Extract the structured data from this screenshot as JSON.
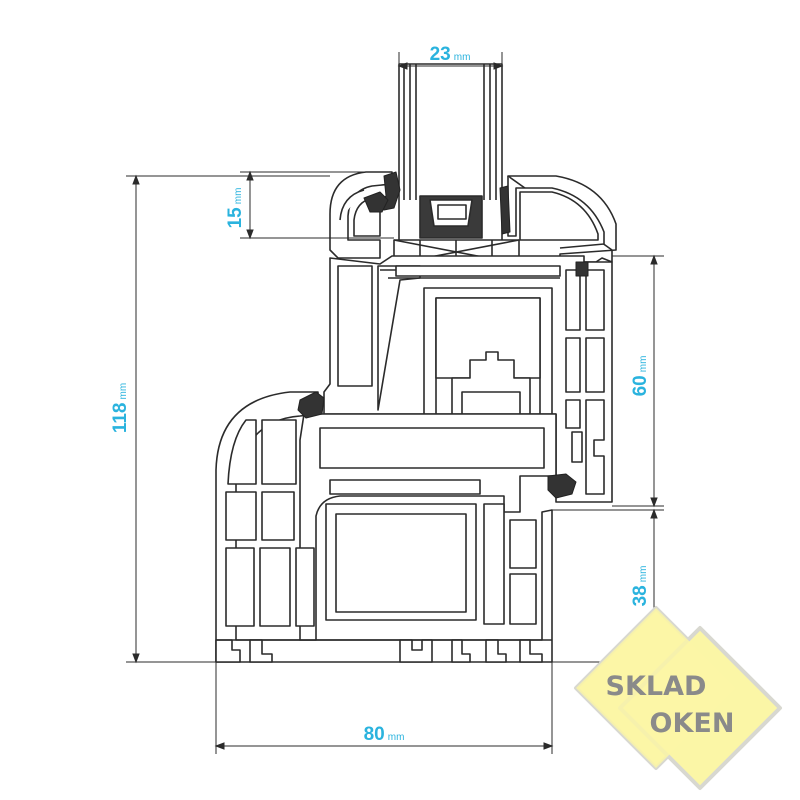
{
  "colors": {
    "dimension": "#2ab3de",
    "profile_stroke": "#2b2b2b",
    "profile_fill": "#ffffff",
    "glass": "#f2f2f2",
    "gasket": "#333333",
    "logo_fill": "#fbf6a6",
    "logo_stroke": "#d8d8d0",
    "logo_text": "#8a8a8a"
  },
  "dimensions": {
    "glass_width": {
      "value": "23",
      "unit": "mm"
    },
    "bead_height": {
      "value": "15",
      "unit": "mm"
    },
    "total_height": {
      "value": "118",
      "unit": "mm"
    },
    "sash_height": {
      "value": "60",
      "unit": "mm"
    },
    "frame_height": {
      "value": "38",
      "unit": "mm"
    },
    "depth": {
      "value": "80",
      "unit": "mm"
    }
  },
  "logo": {
    "line1": "SKLAD",
    "line2": "OKEN"
  }
}
